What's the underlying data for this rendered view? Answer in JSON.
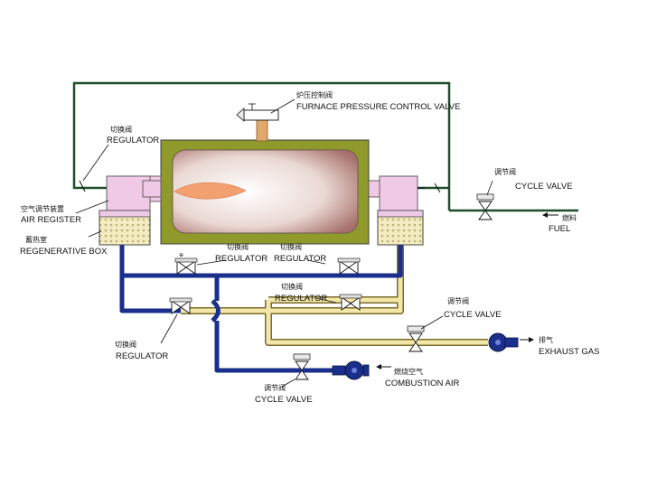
{
  "labels": {
    "furnace_valve_cn": "炉压控制阀",
    "furnace_valve_en": "FURNACE PRESSURE CONTROL VALVE",
    "regulator_top_cn": "切换阀",
    "regulator_top_en": "REGULATOR",
    "air_register_cn": "空气调节装置",
    "air_register_en": "AIR REGISTER",
    "regen_box_cn": "蓄热室",
    "regen_box_en": "REGENERATIVE BOX",
    "cycle_valve_fuel_cn": "调节阀",
    "cycle_valve_fuel_en": "CYCLE VALVE",
    "fuel_cn": "燃料",
    "fuel_en": "FUEL",
    "regulator_mid1_cn": "切换阀",
    "regulator_mid1_en": "REGULATOR",
    "regulator_mid2_cn": "切换阀",
    "regulator_mid2_en": "REGULATOR",
    "regulator_mid3_cn": "切换阀",
    "regulator_mid3_en": "REGULATOR",
    "regulator_low_cn": "切换阀",
    "regulator_low_en": "REGULATOR",
    "cycle_valve_exhaust_cn": "调节阀",
    "cycle_valve_exhaust_en": "CYCLE VALVE",
    "exhaust_cn": "排气",
    "exhaust_en": "EXHAUST GAS",
    "combustion_cn": "燃烧空气",
    "combustion_en": "COMBUSTION AIR",
    "cycle_valve_air_cn": "调节阀",
    "cycle_valve_air_en": "CYCLE VALVE"
  },
  "colors": {
    "fuel_line": "#1f4d2b",
    "air_duct": "#1a2e8c",
    "exhaust_duct": "#f2e6a8",
    "exhaust_edge": "#7a6c2a",
    "furnace_shell": "#8f9a2a",
    "burner": "#f0c9e6",
    "regen_fill": "#f3ecc0",
    "flame": "#f2a070"
  }
}
